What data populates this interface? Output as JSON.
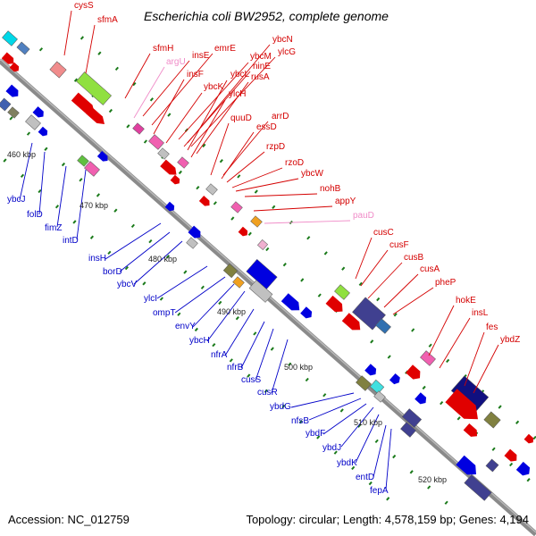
{
  "header": {
    "title": "Escherichia coli BW2952, complete genome"
  },
  "footer": {
    "accession": "Accession: NC_012759",
    "stats": "Topology: circular; Length: 4,578,159 bp; Genes: 4,194"
  },
  "ticks": [
    "460 kbp",
    "470 kbp",
    "480 kbp",
    "490 kbp",
    "500 kbp",
    "510 kbp",
    "520 kbp"
  ],
  "colors": {
    "forward": "#e00000",
    "reverse": "#0000e0",
    "rna": "#f08cc8",
    "backbone": "#8a8a8a",
    "tick": "#1a7a1a"
  },
  "genes_forward": [
    "cysS",
    "sfmA",
    "sfmH",
    "argU",
    "insE",
    "emrE",
    "ybcN",
    "ylcG",
    "ybcM",
    "ninE",
    "insF",
    "ybcL",
    "rusA",
    "ybcK",
    "ylcH",
    "quuD",
    "arrD",
    "essD",
    "rzpD",
    "rzoD",
    "ybcW",
    "nohB",
    "appY",
    "pauD",
    "cusC",
    "cusF",
    "cusB",
    "cusA",
    "pheP",
    "hokE",
    "insL",
    "fes",
    "ybdZ"
  ],
  "genes_reverse": [
    "ybcJ",
    "folD",
    "fimZ",
    "intD",
    "insH",
    "borD",
    "ybcV",
    "ylcI",
    "ompT",
    "envY",
    "ybcH",
    "nfrA",
    "nfrB",
    "cusS",
    "cusR",
    "ybdG",
    "nfsB",
    "ybdF",
    "ybdJ",
    "ybdK",
    "entD",
    "fepA"
  ]
}
